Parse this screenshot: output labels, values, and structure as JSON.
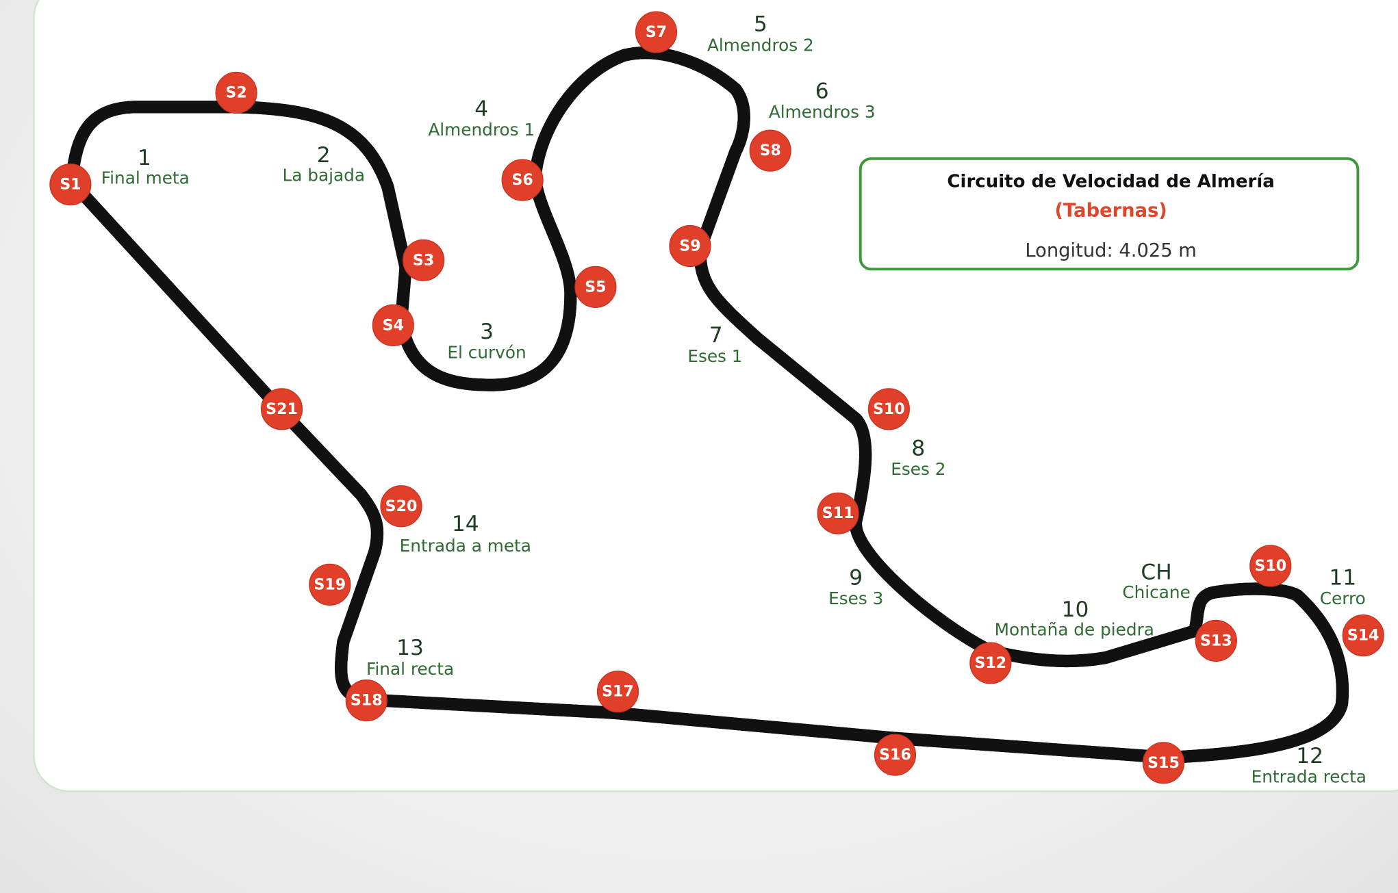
{
  "info": {
    "title": "Circuito de Velocidad de Almería",
    "subtitle": "(Tabernas)",
    "length": "Longitud: 4.025 m"
  },
  "colors": {
    "marker": "#e0402a",
    "label": "#2f6b33",
    "border": "#3a9a3a"
  },
  "markers": [
    "S1",
    "S2",
    "S3",
    "S4",
    "S5",
    "S6",
    "S7",
    "S8",
    "S9",
    "S10",
    "S11",
    "S12",
    "S13",
    "S10",
    "S14",
    "S15",
    "S16",
    "S17",
    "S18",
    "S19",
    "S20",
    "S21"
  ],
  "corners": [
    {
      "num": "1",
      "name": "Final meta"
    },
    {
      "num": "2",
      "name": "La bajada"
    },
    {
      "num": "3",
      "name": "El curvón"
    },
    {
      "num": "4",
      "name": "Almendros 1"
    },
    {
      "num": "5",
      "name": "Almendros 2"
    },
    {
      "num": "6",
      "name": "Almendros 3"
    },
    {
      "num": "7",
      "name": "Eses 1"
    },
    {
      "num": "8",
      "name": "Eses 2"
    },
    {
      "num": "9",
      "name": "Eses 3"
    },
    {
      "num": "10",
      "name": "Montaña de piedra"
    },
    {
      "num": "CH",
      "name": "Chicane"
    },
    {
      "num": "11",
      "name": "Cerro"
    },
    {
      "num": "12",
      "name": "Entrada recta"
    },
    {
      "num": "13",
      "name": "Final recta"
    },
    {
      "num": "14",
      "name": "Entrada a meta"
    }
  ]
}
